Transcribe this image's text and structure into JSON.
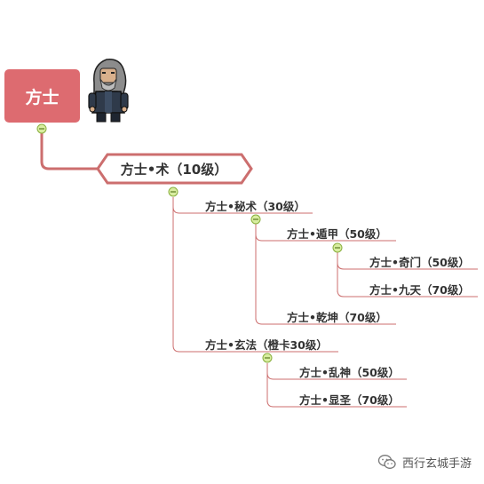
{
  "root": {
    "label": "方士"
  },
  "level1": {
    "label": "方士•术（10级）"
  },
  "nodes": {
    "mishu": "方士•秘术（30级）",
    "dunjia": "方士•遁甲（50级）",
    "qimen": "方士•奇门（50级）",
    "jiutian": "方士•九天（70级）",
    "qiankun": "方士•乾坤（70级）",
    "xuanfa": "方士•玄法（橙卡30级）",
    "luanshen": "方士•乱神（50级）",
    "xiansheng": "方士•显圣（70级）"
  },
  "watermark": {
    "text": "西行玄城手游",
    "icon": "wechat-icon"
  },
  "colors": {
    "root_fill": "#dd6b70",
    "line": "#cc6e6e",
    "collapse_fill": "#d8eda0",
    "collapse_stroke": "#8aaf3f"
  }
}
